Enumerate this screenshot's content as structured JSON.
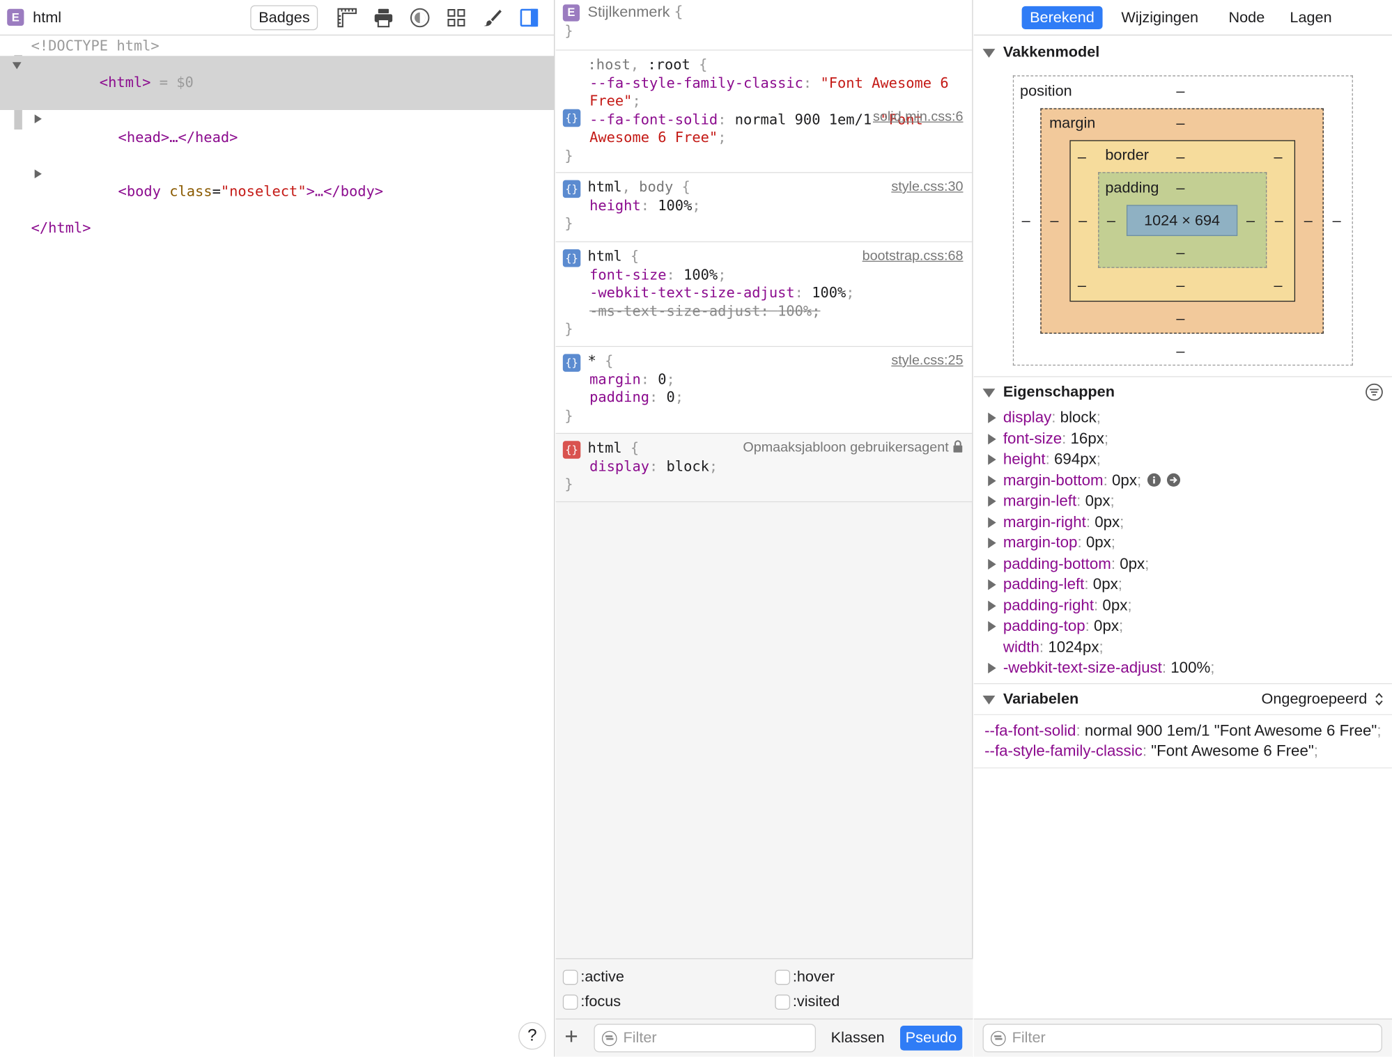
{
  "left": {
    "element_badge": "E",
    "title": "html",
    "badges_label": "Badges",
    "dom": {
      "doctype": "<!DOCTYPE html>",
      "html_open": "<html>",
      "html_eq": " = $0",
      "head": "<head>…</head>",
      "body_open_tag": "<body ",
      "body_attr": "class",
      "body_eq": "=",
      "body_val": "\"noselect\"",
      "body_rest": ">…</body>",
      "html_close": "</html>"
    },
    "help": "?"
  },
  "middle": {
    "style_attr": {
      "badge": "E",
      "label": "Stijlkenmerk",
      "open": "{",
      "close": "}"
    },
    "rules": [
      {
        "selector_a": ":host",
        "sep": ", ",
        "selector_b": ":root",
        "source": "solid.min.css:6",
        "p1_name": "--fa-style-family-classic",
        "p1_value": "\"Font Awesome 6 Free\"",
        "p2_name": "--fa-font-solid",
        "p2_value_a": "normal 900 1em/1 ",
        "p2_value_b": "\"Font Awesome 6 Free\""
      },
      {
        "selector_a": "html",
        "sep": ", ",
        "selector_b": "body",
        "source": "style.css:30",
        "p1_name": "height",
        "p1_value": "100%"
      },
      {
        "selector": "html",
        "source": "bootstrap.css:68",
        "p1_name": "font-size",
        "p1_value": "100%",
        "p2_name": "-webkit-text-size-adjust",
        "p2_value": "100%",
        "p3_name": "-ms-text-size-adjust",
        "p3_value": "100%"
      },
      {
        "selector": "*",
        "source": "style.css:25",
        "p1_name": "margin",
        "p1_value": "0",
        "p2_name": "padding",
        "p2_value": "0"
      },
      {
        "selector": "html",
        "source": "Opmaaksjabloon gebruikersagent",
        "p1_name": "display",
        "p1_value": "block"
      }
    ],
    "pseudo": {
      "active": ":active",
      "hover": ":hover",
      "focus": ":focus",
      "visited": ":visited"
    },
    "footer": {
      "plus": "+",
      "filter_placeholder": "Filter",
      "classes": "Klassen",
      "pseudo": "Pseudo"
    }
  },
  "right": {
    "tabs": [
      "Berekend",
      "Wijzigingen",
      "Node",
      "Lagen"
    ],
    "box_model": {
      "title": "Vakkenmodel",
      "position": "position",
      "margin": "margin",
      "border": "border",
      "padding": "padding",
      "content": "1024 × 694",
      "dash": "–"
    },
    "properties": {
      "title": "Eigenschappen",
      "items": [
        {
          "name": "display",
          "value": "block"
        },
        {
          "name": "font-size",
          "value": "16px"
        },
        {
          "name": "height",
          "value": "694px"
        },
        {
          "name": "margin-bottom",
          "value": "0px"
        },
        {
          "name": "margin-left",
          "value": "0px"
        },
        {
          "name": "margin-right",
          "value": "0px"
        },
        {
          "name": "margin-top",
          "value": "0px"
        },
        {
          "name": "padding-bottom",
          "value": "0px"
        },
        {
          "name": "padding-left",
          "value": "0px"
        },
        {
          "name": "padding-right",
          "value": "0px"
        },
        {
          "name": "padding-top",
          "value": "0px"
        },
        {
          "name": "width",
          "value": "1024px"
        },
        {
          "name": "-webkit-text-size-adjust",
          "value": "100%"
        }
      ]
    },
    "variables": {
      "title": "Variabelen",
      "grouping": "Ongegroepeerd",
      "items": [
        {
          "name": "--fa-font-solid",
          "value": "normal 900 1em/1 \"Font Awesome 6 Free\""
        },
        {
          "name": "--fa-style-family-classic",
          "value": "\"Font Awesome 6 Free\""
        }
      ]
    },
    "filter_placeholder": "Filter"
  },
  "colors": {
    "accent": "#2f7cf6",
    "margin_box": "#f2c99b",
    "border_box": "#f6dc9c",
    "padding_box": "#c3cf93",
    "content_box": "#8fb1c3"
  }
}
